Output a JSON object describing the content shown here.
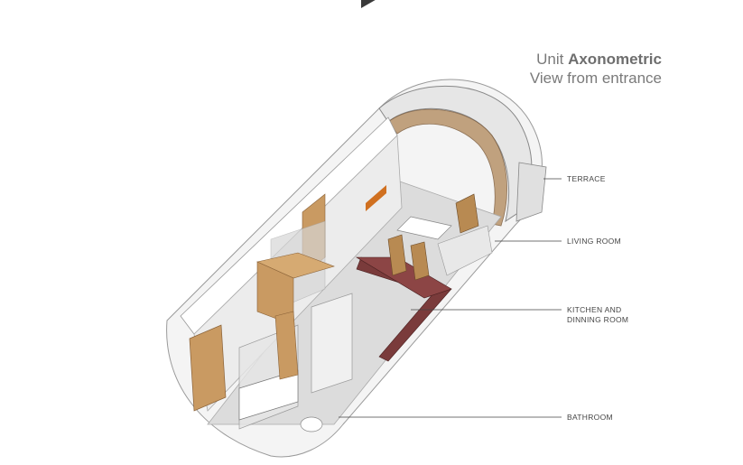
{
  "title": {
    "prefix": "Unit",
    "emphasis": "Axonometric",
    "subtitle": "View from entrance"
  },
  "labels": {
    "terrace": "TERRACE",
    "living_room": "LIVING ROOM",
    "kitchen_line1": "KITCHEN AND",
    "kitchen_line2": "DINNING ROOM",
    "bathroom": "BATHROOM"
  },
  "colors": {
    "wood": "#c99a62",
    "counter": "#7a3b3b",
    "shell_line": "#9a9a9a",
    "floor": "#dcdcdc"
  }
}
